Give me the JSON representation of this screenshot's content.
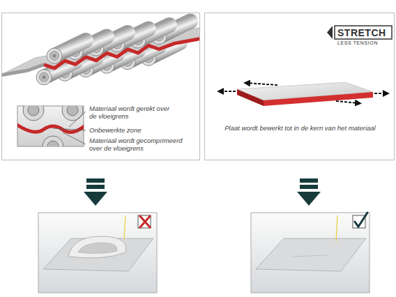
{
  "diagram": {
    "nodes": [
      {
        "text": [
          "Materiaal wordt gerekt over de vloeigrens",
          "Onbewerkte zone",
          "Materiaal wordt gecomprimeerd over de vloeigrens"
        ]
      },
      {
        "text": [
          "STRETCH",
          "LESS TENSION",
          "Plaat wordt bewerkt tot in de kern van het materiaal"
        ]
      }
    ]
  }
}
